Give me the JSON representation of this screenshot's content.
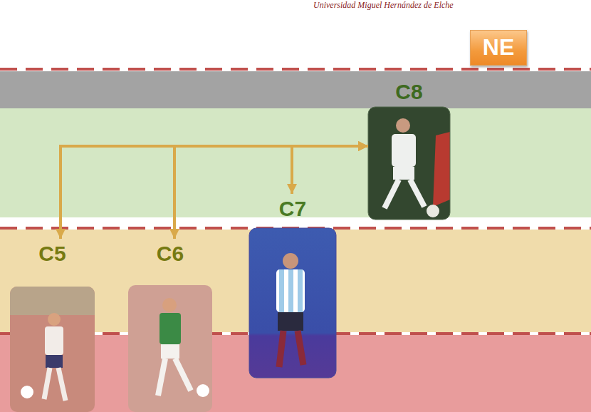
{
  "diagram": {
    "nodes": [
      {
        "text": [
          "NE"
        ]
      },
      {
        "text": [
          "C8"
        ]
      },
      {
        "text": [
          "C7"
        ]
      },
      {
        "text": [
          "C5"
        ]
      },
      {
        "text": [
          "C6"
        ]
      }
    ],
    "edges": [
      {
        "from": 1,
        "to": 3,
        "arrow": "both"
      },
      {
        "from": 1,
        "to": 4,
        "arrow": "both"
      },
      {
        "from": 1,
        "to": 2,
        "arrow": "both"
      }
    ],
    "labels": [
      "Universidad Miguel Hernández de Elche"
    ]
  }
}
